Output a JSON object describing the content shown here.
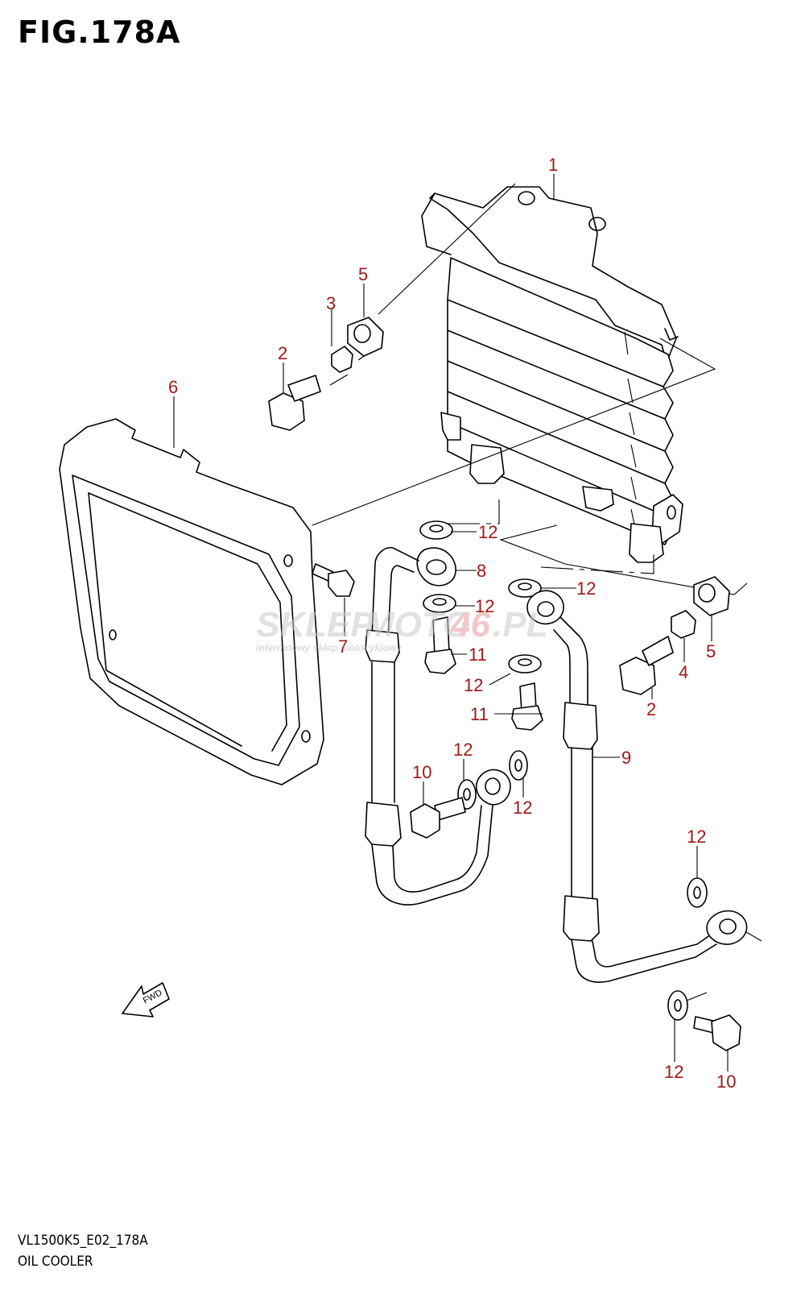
{
  "title": "FIG.178A",
  "footer": {
    "model_code": "VL1500K5_E02_178A",
    "section_name": "OIL COOLER"
  },
  "watermark": {
    "brand_a": "SKLEP",
    "brand_b": "MOTO",
    "brand_c": "46",
    "brand_d": ".PL",
    "tagline": "internetowy sklep motocyklowy"
  },
  "callouts": {
    "c1": "1",
    "c2a": "2",
    "c2b": "2",
    "c3": "3",
    "c4": "4",
    "c5a": "5",
    "c5b": "5",
    "c6": "6",
    "c7": "7",
    "c8": "8",
    "c9": "9",
    "c10a": "10",
    "c10b": "10",
    "c11a": "11",
    "c11b": "11",
    "c12a": "12",
    "c12b": "12",
    "c12c": "12",
    "c12d": "12",
    "c12e": "12",
    "c12f": "12",
    "c12g": "12",
    "c12h": "12"
  },
  "fwd_arrow_label": "FWD",
  "colors": {
    "callout": "#a01818",
    "watermark_grey": "#c9c9c9",
    "watermark_red": "#e79b9b"
  }
}
